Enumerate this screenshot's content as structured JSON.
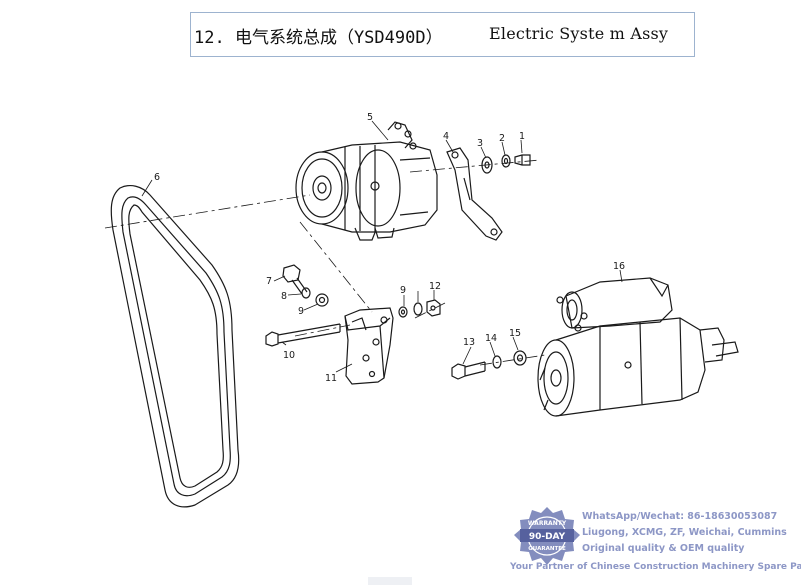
{
  "title": {
    "chinese": "12. 电气系统总成（YSD490D）",
    "english": "Electric Syste m Assy"
  },
  "callouts": [
    "1",
    "2",
    "3",
    "4",
    "5",
    "6",
    "7",
    "8",
    "9",
    "9",
    "10",
    "11",
    "12",
    "13",
    "14",
    "15",
    "16"
  ],
  "watermark": {
    "badge_top": "WARRANTY",
    "badge_main": "90-DAY",
    "badge_bottom": "GUARANTEE",
    "line1": "WhatsApp/Wechat: 86-18630053087",
    "line2": "Liugong, XCMG, ZF, Weichai, Cummins",
    "line3": "Original quality & OEM quality",
    "line4": "Your Partner of Chinese Construction Machinery Spare Parts"
  },
  "colors": {
    "line": "#1a1a1a",
    "title_border": "#9db3cf",
    "watermark": "#8d97c6",
    "badge": "#6d79b3"
  }
}
